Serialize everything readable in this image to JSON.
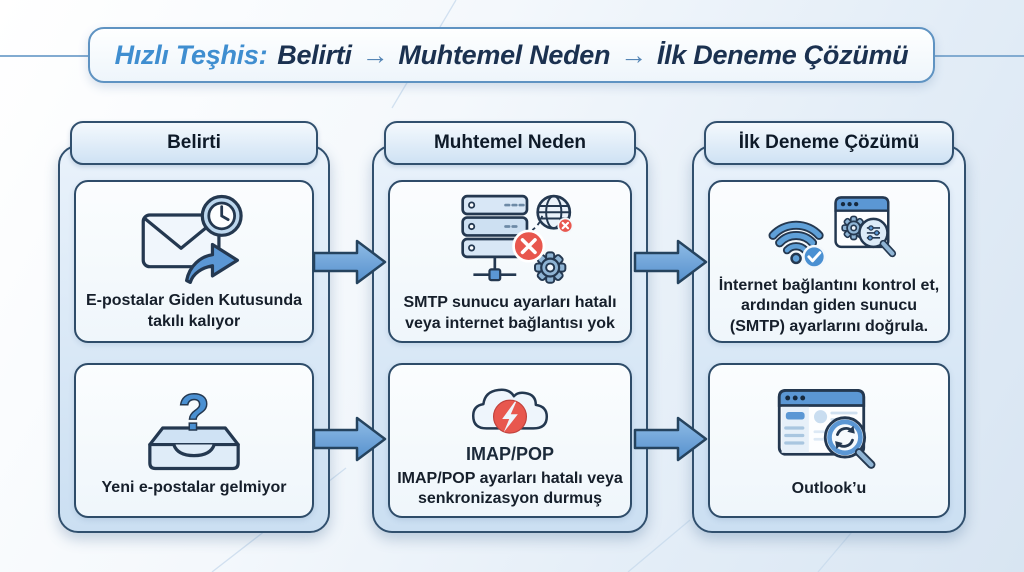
{
  "title": {
    "highlight": "Hızlı Teşhis:",
    "arrow": "→",
    "steps": [
      "Belirti",
      "Muhtemel Neden",
      "İlk Deneme Çözümü"
    ]
  },
  "columns": [
    {
      "header": "Belirti",
      "cards": [
        {
          "icon": "email-outbox-clock-icon",
          "text": "E-postalar Giden Kutusunda takılı kalıyor"
        },
        {
          "icon": "inbox-question-icon",
          "text": "Yeni e-postalar gelmiyor"
        }
      ]
    },
    {
      "header": "Muhtemel Neden",
      "cards": [
        {
          "icon": "server-error-globe-gear-icon",
          "text": "SMTP sunucu ayarları hatalı veya internet bağlantısı yok"
        },
        {
          "icon": "cloud-sync-error-icon",
          "label": "IMAP/POP",
          "text": "IMAP/POP ayarları hatalı veya senkronizasyon durmuş"
        }
      ]
    },
    {
      "header": "İlk Deneme Çözümü",
      "cards": [
        {
          "icon": "wifi-check-settings-icon",
          "text": "İnternet bağlantını kontrol et, ardından giden sunucu (SMTP) ayarlarını doğrula."
        },
        {
          "icon": "outlook-refresh-search-icon",
          "text": "Outlook’u"
        }
      ]
    }
  ],
  "colors": {
    "accent_blue": "#4a90d2",
    "outline_navy": "#243850",
    "panel_blue": "#cde1f3",
    "card_white": "#f8fbfd",
    "error_red": "#e8574e",
    "arrow_fill": "#6fa3d8"
  }
}
